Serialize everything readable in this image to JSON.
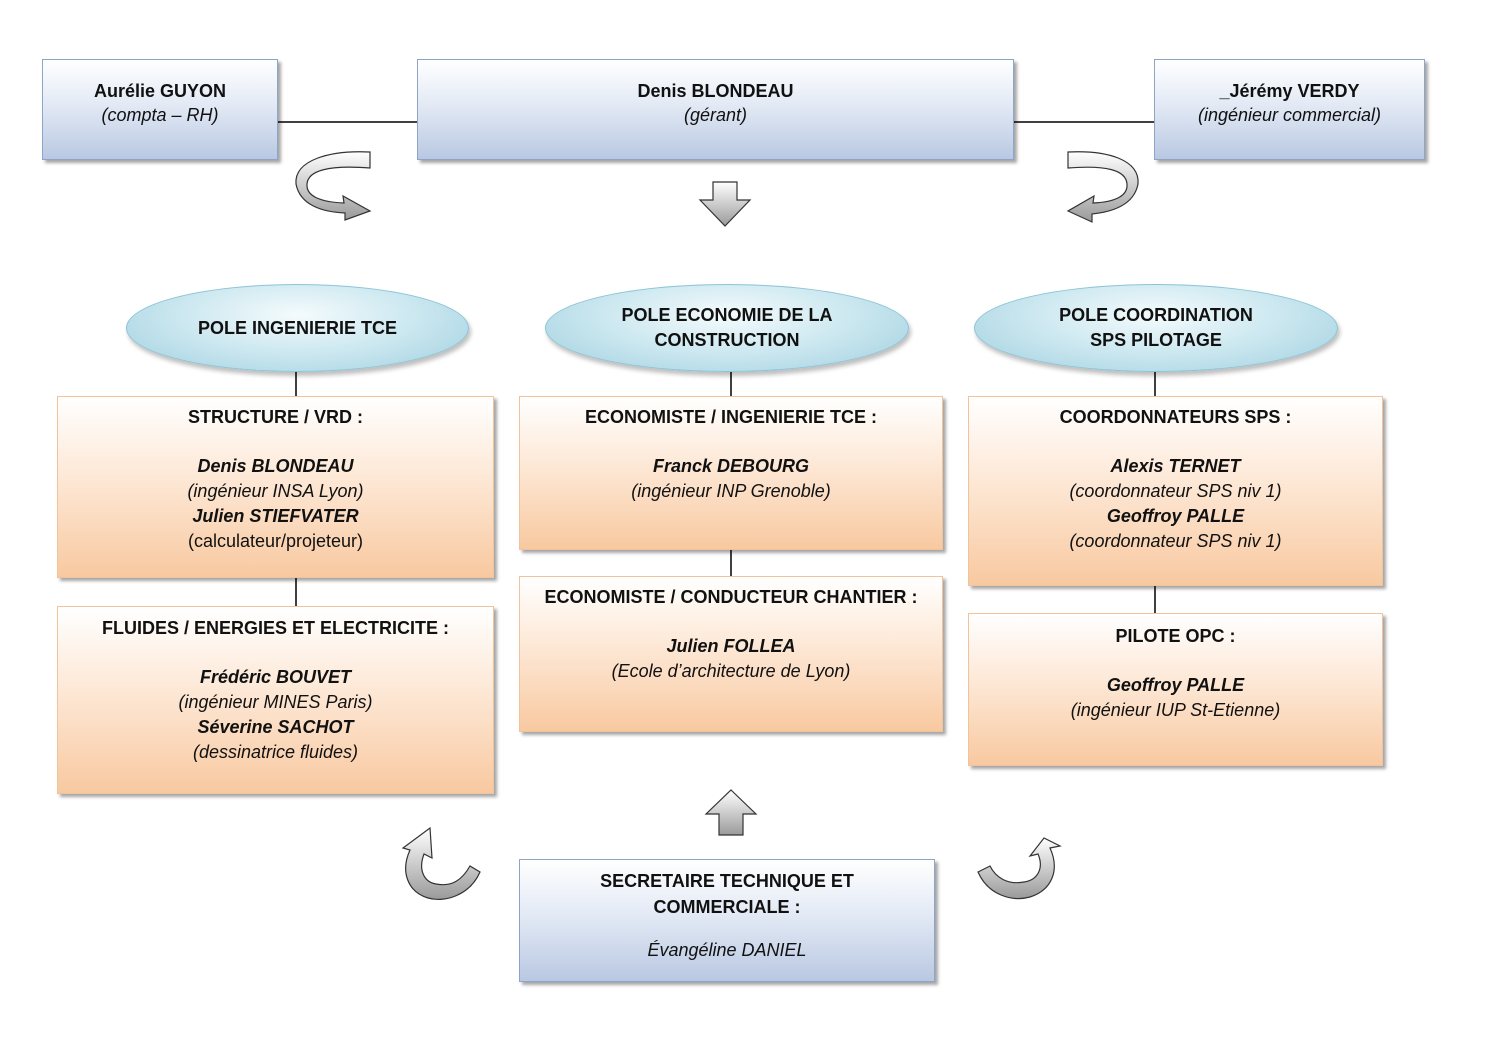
{
  "top": {
    "left": {
      "name": "Aurélie GUYON",
      "role": "(compta – RH)"
    },
    "center": {
      "name": "Denis BLONDEAU",
      "role": "(gérant)"
    },
    "right": {
      "name": "_Jérémy VERDY",
      "role": "(ingénieur commercial)"
    }
  },
  "poles": [
    {
      "title": "POLE INGENIERIE TCE"
    },
    {
      "title": "POLE ECONOMIE DE LA CONSTRUCTION"
    },
    {
      "title": "POLE COORDINATION SPS PILOTAGE"
    }
  ],
  "units": {
    "structure": {
      "heading": "STRUCTURE / VRD :",
      "people": [
        {
          "name": "Denis BLONDEAU",
          "role": "(ingénieur INSA Lyon)"
        },
        {
          "name": "Julien STIEFVATER",
          "role": "(calculateur/projeteur)"
        }
      ]
    },
    "fluides": {
      "heading": "FLUIDES / ENERGIES ET ELECTRICITE :",
      "people": [
        {
          "name": "Frédéric BOUVET",
          "role": "(ingénieur MINES Paris)"
        },
        {
          "name": "Séverine SACHOT",
          "role": "(dessinatrice fluides)"
        }
      ]
    },
    "economiste_ingenierie": {
      "heading": "ECONOMISTE / INGENIERIE TCE :",
      "people": [
        {
          "name": "Franck DEBOURG",
          "role": "(ingénieur INP Grenoble)"
        }
      ]
    },
    "economiste_conducteur": {
      "heading": "ECONOMISTE / CONDUCTEUR CHANTIER :",
      "people": [
        {
          "name": "Julien FOLLEA",
          "role": "(Ecole d’architecture de Lyon)"
        }
      ]
    },
    "coordonnateurs": {
      "heading": "COORDONNATEURS SPS :",
      "people": [
        {
          "name": "Alexis TERNET",
          "role": "(coordonnateur SPS niv 1)"
        },
        {
          "name": "Geoffroy PALLE",
          "role": "(coordonnateur SPS niv 1)"
        }
      ]
    },
    "pilote": {
      "heading": "PILOTE OPC :",
      "people": [
        {
          "name": "Geoffroy PALLE",
          "role": "(ingénieur IUP St-Etienne)"
        }
      ]
    }
  },
  "secretaire": {
    "heading": "SECRETAIRE TECHNIQUE ET COMMERCIALE :",
    "name": "Évangéline DANIEL"
  }
}
